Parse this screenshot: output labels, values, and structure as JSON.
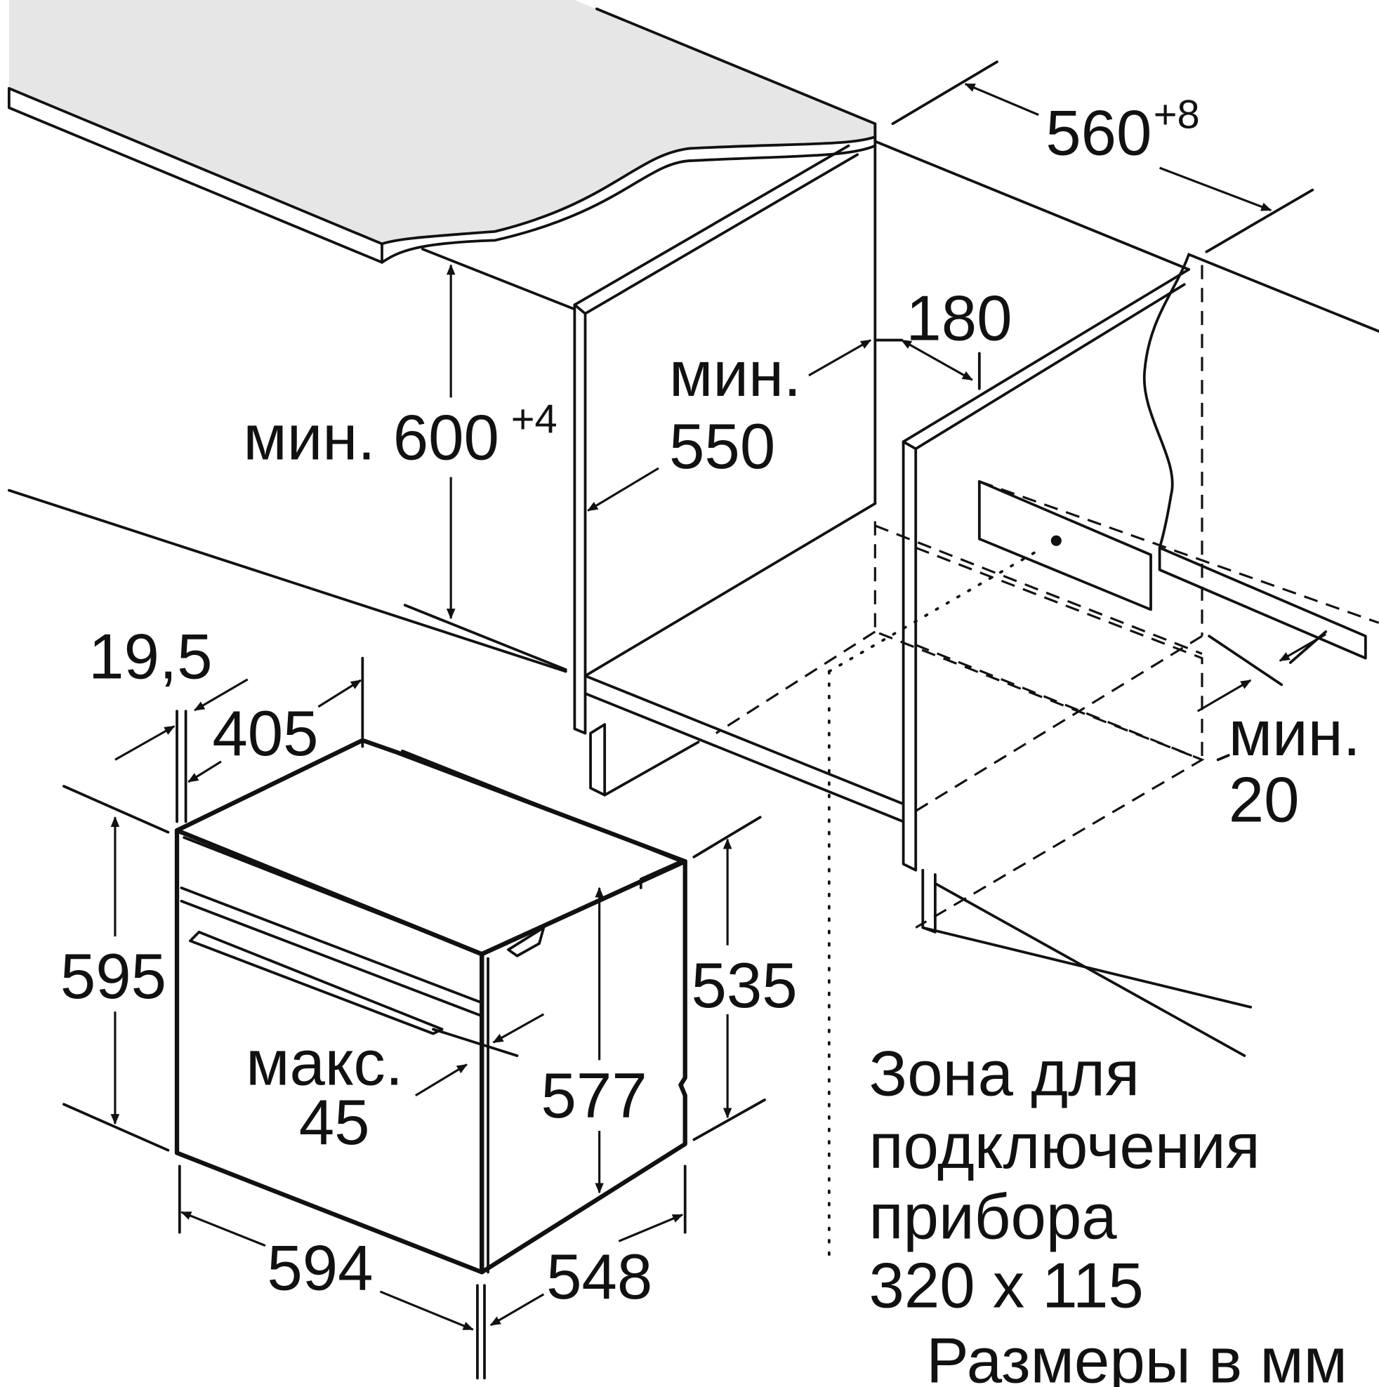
{
  "dimensions": {
    "niche_width": "560",
    "niche_width_tol": "+8",
    "socket_offset": "180",
    "min_depth_label": "мин.",
    "min_depth": "550",
    "min_height_label": "мин. 600",
    "min_height_tol": "+4",
    "front_thickness": "19,5",
    "top_depth": "405",
    "oven_height": "595",
    "side_height": "535",
    "max_label": "макс.",
    "max_value": "45",
    "inner_height": "577",
    "oven_width": "594",
    "oven_depth": "548",
    "min_gap_label": "мин.",
    "min_gap": "20"
  },
  "connection_zone": {
    "line1": "Зона для",
    "line2": "подключения",
    "line3": "прибора",
    "line4": "320 x 115"
  },
  "units_note": "Размеры в мм"
}
